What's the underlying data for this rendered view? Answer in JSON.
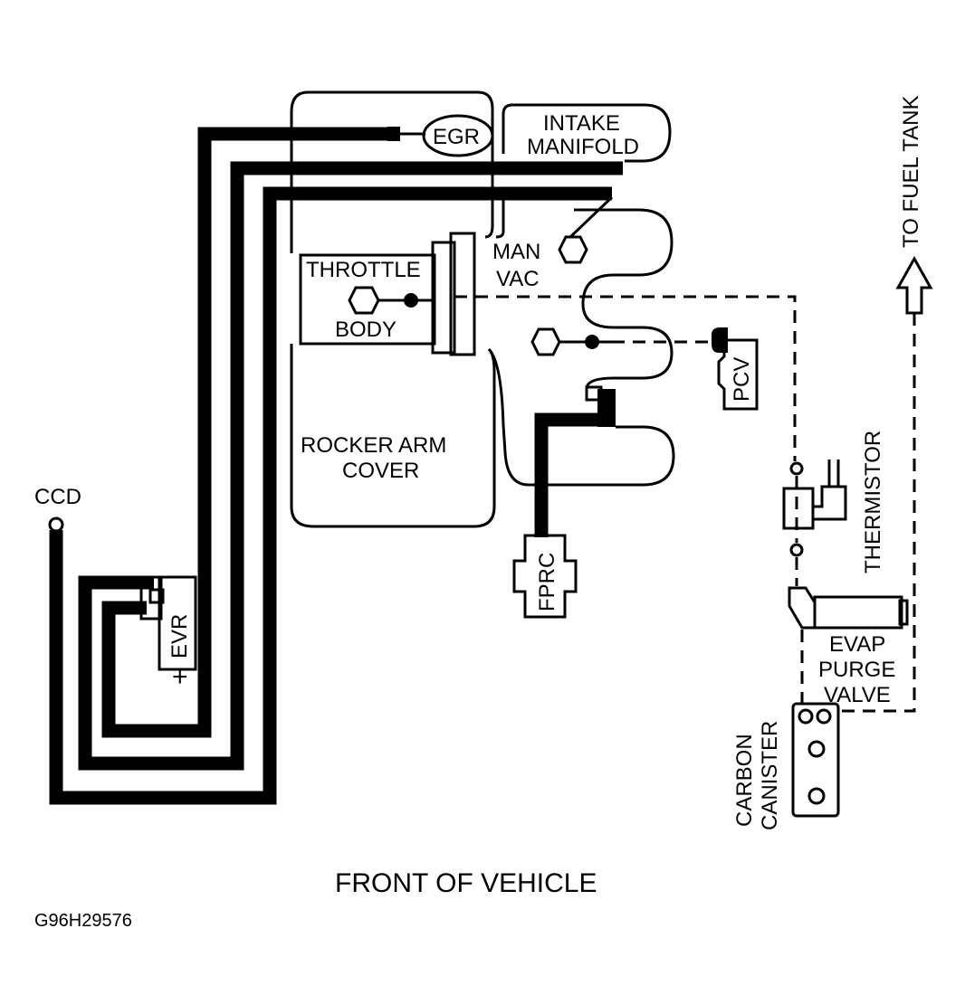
{
  "labels": {
    "egr": "EGR",
    "intake_manifold_1": "INTAKE",
    "intake_manifold_2": "MANIFOLD",
    "throttle_body_1": "THROTTLE",
    "throttle_body_2": "BODY",
    "man_vac_1": "MAN",
    "man_vac_2": "VAC",
    "rocker_arm_1": "ROCKER ARM",
    "rocker_arm_2": "COVER",
    "pcv": "PCV",
    "fprc": "FPRC",
    "ccd": "CCD",
    "evr": "EVR",
    "thermistor": "THERMISTOR",
    "to_fuel_tank": "TO FUEL TANK",
    "evap_1": "EVAP",
    "evap_2": "PURGE",
    "evap_3": "VALVE",
    "carbon_1": "CARBON",
    "carbon_2": "CANISTER",
    "front_of_vehicle": "FRONT OF VEHICLE",
    "figure_code": "G96H29576"
  }
}
